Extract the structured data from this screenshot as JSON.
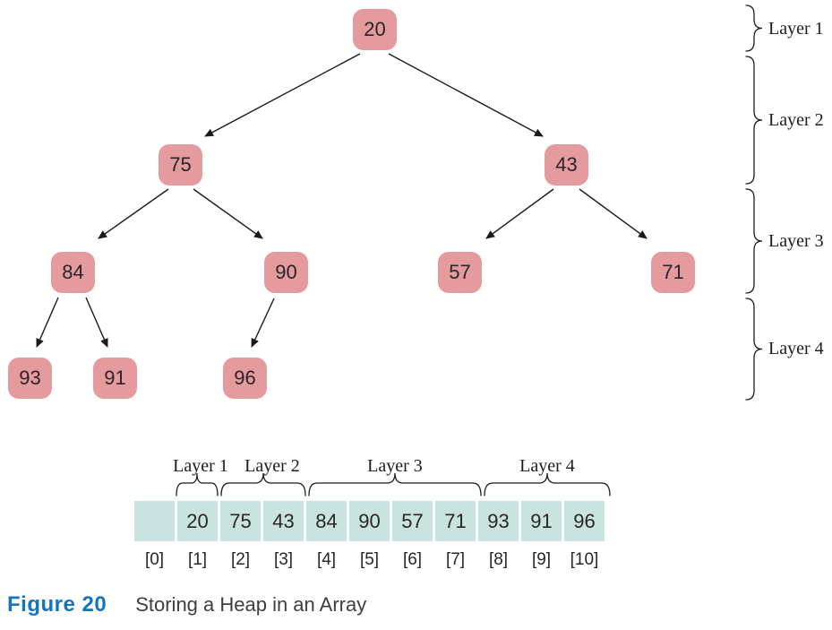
{
  "figure": {
    "label": "Figure 20",
    "title": "Storing a Heap in an Array"
  },
  "tree": {
    "nodes": [
      {
        "value": "20",
        "layer": 1
      },
      {
        "value": "75",
        "layer": 2
      },
      {
        "value": "43",
        "layer": 2
      },
      {
        "value": "84",
        "layer": 3
      },
      {
        "value": "90",
        "layer": 3
      },
      {
        "value": "57",
        "layer": 3
      },
      {
        "value": "71",
        "layer": 3
      },
      {
        "value": "93",
        "layer": 4
      },
      {
        "value": "91",
        "layer": 4
      },
      {
        "value": "96",
        "layer": 4
      }
    ],
    "edges": [
      "20-75",
      "20-43",
      "75-84",
      "75-90",
      "43-57",
      "43-71",
      "84-93",
      "84-91",
      "90-96"
    ]
  },
  "layer_labels": [
    "Layer 1",
    "Layer 2",
    "Layer 3",
    "Layer 4"
  ],
  "array": {
    "cells": [
      "",
      "20",
      "75",
      "43",
      "84",
      "90",
      "57",
      "71",
      "93",
      "91",
      "96"
    ],
    "indices": [
      "[0]",
      "[1]",
      "[2]",
      "[3]",
      "[4]",
      "[5]",
      "[6]",
      "[7]",
      "[8]",
      "[9]",
      "[10]"
    ],
    "group_labels": [
      "Layer 1",
      "Layer 2",
      "Layer 3",
      "Layer 4"
    ]
  },
  "colors": {
    "node_fill": "#e59a9e",
    "cell_fill": "#c9e4e0",
    "figure_label_blue": "#1276bd",
    "line": "#1a1a1a"
  }
}
